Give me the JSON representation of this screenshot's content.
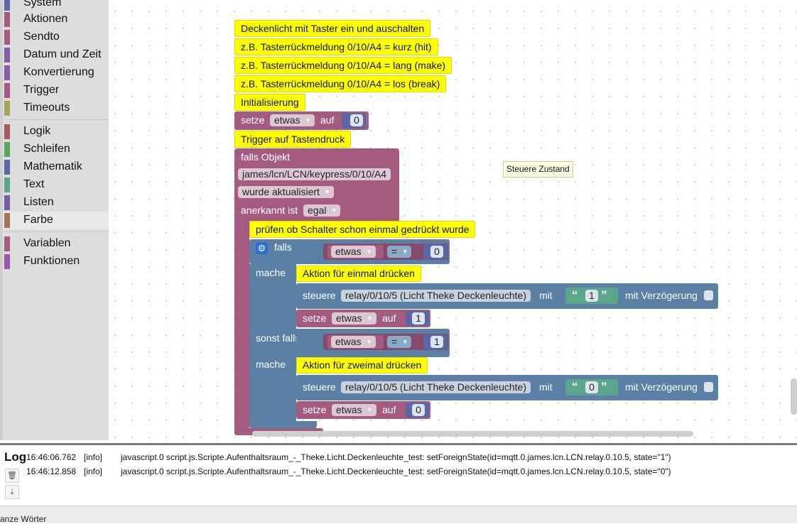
{
  "toolbox": {
    "categories": [
      {
        "label": "System",
        "color": "#5b67a5"
      },
      {
        "label": "Aktionen",
        "color": "#a55b80"
      },
      {
        "label": "Sendto",
        "color": "#a55b80"
      },
      {
        "label": "Datum und Zeit",
        "color": "#845ba5"
      },
      {
        "label": "Konvertierung",
        "color": "#845ba5"
      },
      {
        "label": "Trigger",
        "color": "#a55b80"
      },
      {
        "label": "Timeouts",
        "color": "#a5a55b"
      },
      {
        "label": "Logik",
        "color": "#a55b5b"
      },
      {
        "label": "Schleifen",
        "color": "#5ba55b"
      },
      {
        "label": "Mathematik",
        "color": "#5b67a5"
      },
      {
        "label": "Text",
        "color": "#5ba58c"
      },
      {
        "label": "Listen",
        "color": "#745ba5"
      },
      {
        "label": "Farbe",
        "color": "#a5745b"
      },
      {
        "label": "Variablen",
        "color": "#a55b80"
      },
      {
        "label": "Funktionen",
        "color": "#995ba5"
      }
    ]
  },
  "blocks": {
    "comments": {
      "c1": "Deckenlicht mit Taster ein und auschalten",
      "c2": "z.B. Tasterrückmeldung 0/10/A4 = kurz (hit)",
      "c3": "z.B. Tasterrückmeldung 0/10/A4 = lang (make)",
      "c4": "z.B. Tasterrückmeldung 0/10/A4 = los (break)",
      "c5": "Initialisierung",
      "c6": "Trigger auf Tastendruck",
      "c7": "prüfen ob Schalter schon einmal gedrückt wurde",
      "c8": "Aktion für einmal drücken",
      "c9": "Aktion für zweimal drücken"
    },
    "set_init": {
      "setze": "setze",
      "var": "etwas",
      "auf": "auf",
      "value": "0"
    },
    "trigger": {
      "falls_objekt": "falls Objekt",
      "object_id": "james/lcn/LCN/keypress/0/10/A4",
      "condition": "wurde aktualisiert",
      "anerkannt": "anerkannt ist",
      "ack": "egal"
    },
    "if_block": {
      "falls": "falls",
      "mache": "mache",
      "sonst_falls": "sonst falls",
      "cond1": {
        "var": "etwas",
        "op": "=",
        "value": "0"
      },
      "cond2": {
        "var": "etwas",
        "op": "=",
        "value": "1"
      }
    },
    "control1": {
      "steuere": "steuere",
      "target": "relay/0/10/5 (Licht Theke Deckenleuchte)",
      "mit": "mit",
      "quote_open": "“",
      "value": "1",
      "quote_close": "”",
      "delay": "mit Verzögerung"
    },
    "set1": {
      "setze": "setze",
      "var": "etwas",
      "auf": "auf",
      "value": "1"
    },
    "control2": {
      "steuere": "steuere",
      "target": "relay/0/10/5 (Licht Theke Deckenleuchte)",
      "mit": "mit",
      "quote_open": "“",
      "value": "0",
      "quote_close": "”",
      "delay": "mit Verzögerung"
    },
    "set2": {
      "setze": "setze",
      "var": "etwas",
      "auf": "auf",
      "value": "0"
    }
  },
  "tooltip": "Steuere Zustand",
  "log": {
    "title": "Log",
    "entries": [
      {
        "time": "16:46:06.762",
        "level": "[info]",
        "message": "javascript.0 script.js.Scripte.Aufenthaltsraum_-_Theke.Licht.Deckenleuchte_test: setForeignState(id=mqtt.0.james.lcn.LCN.relay.0.10.5, state=\"1\")"
      },
      {
        "time": "16:46:12.858",
        "level": "[info]",
        "message": "javascript.0 script.js.Scripte.Aufenthaltsraum_-_Theke.Licht.Deckenleuchte_test: setForeignState(id=mqtt.0.james.lcn.LCN.relay.0.10.5, state=\"0\")"
      }
    ]
  },
  "statusbar": {
    "text": "anze Wörter"
  }
}
